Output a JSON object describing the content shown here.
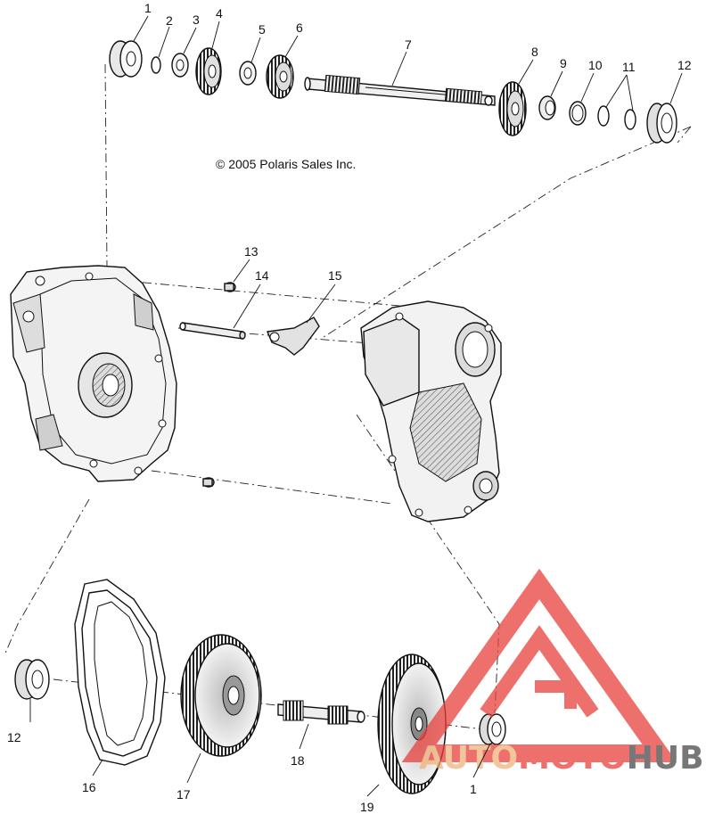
{
  "copyright": "© 2005 Polaris Sales Inc.",
  "callouts": {
    "p1_top": "1",
    "p2": "2",
    "p3": "3",
    "p4": "4",
    "p5": "5",
    "p6": "6",
    "p7": "7",
    "p8": "8",
    "p9": "9",
    "p10": "10",
    "p11": "11",
    "p12_top": "12",
    "p13": "13",
    "p14": "14",
    "p15": "15",
    "p12_bottom": "12",
    "p16": "16",
    "p17": "17",
    "p18": "18",
    "p19": "19",
    "p1_bottom": "1"
  },
  "watermark": {
    "brand_part1": "AUTO",
    "brand_part2": "MOTO",
    "brand_part3": "HUB",
    "accent_color": "#e8413c",
    "secondary_color": "#f0b27a",
    "dark_color": "#4a4a4a"
  },
  "colors": {
    "line": "#111111",
    "fill_light": "#e4e4e4",
    "fill_dark": "#6b6b6b"
  }
}
